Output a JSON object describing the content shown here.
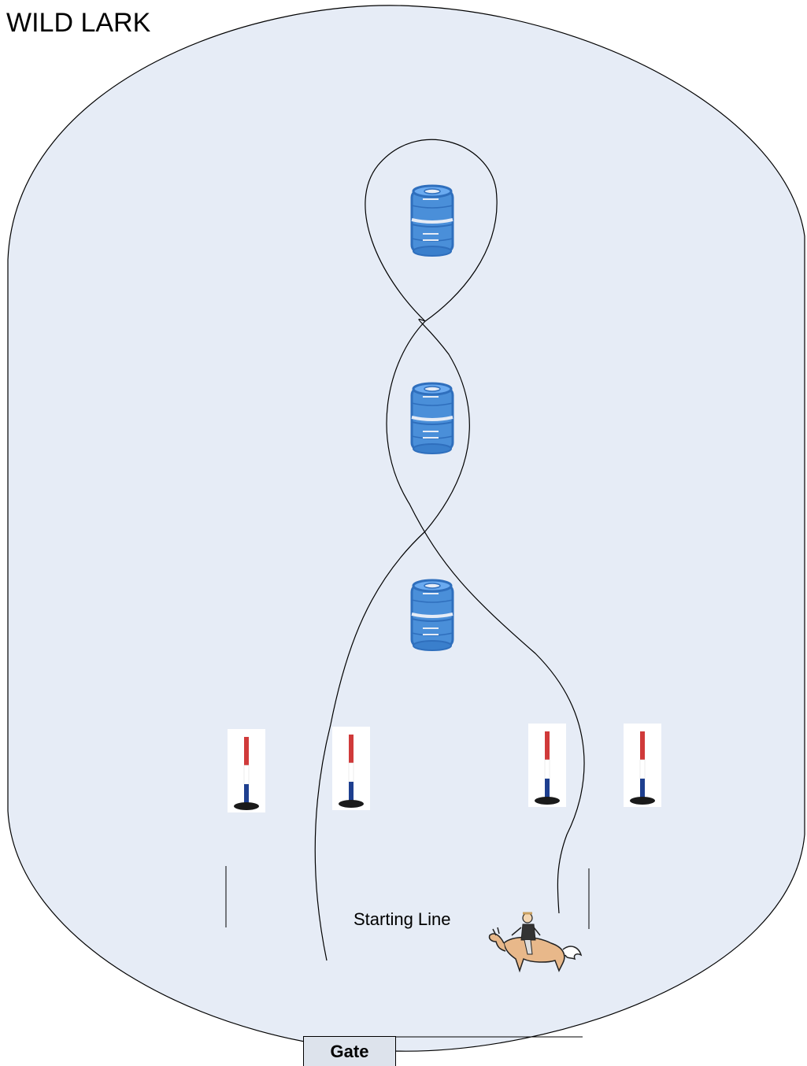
{
  "title": "WILD LARK",
  "labels": {
    "starting_line": "Starting Line",
    "gate": "Gate"
  },
  "icons": {
    "barrel": "barrel-icon",
    "pole": "pole-icon",
    "rider": "horse-rider-icon"
  },
  "colors": {
    "arena_fill": "#e6ecf6",
    "barrel_blue": "#4a8fd9",
    "pole_red": "#d03a3a",
    "pole_blue": "#1e3f8f"
  }
}
